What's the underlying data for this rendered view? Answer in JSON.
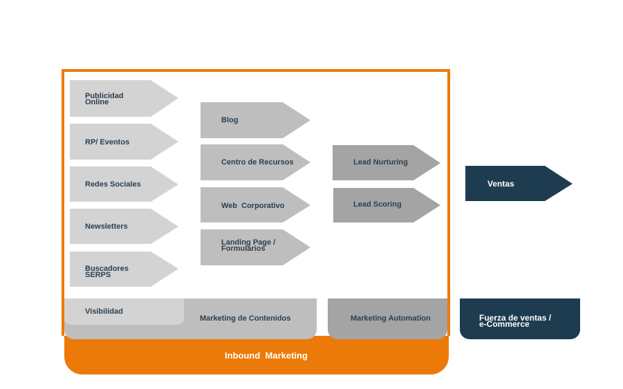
{
  "diagram": {
    "title": "Inbound Marketing",
    "columns": [
      {
        "name": "Visibilidad",
        "items": [
          "Publicidad Online",
          "RP/ Eventos",
          "Redes Sociales",
          "Newsletters",
          "Buscadores SERPS"
        ]
      },
      {
        "name": "Marketing de Contenidos",
        "items": [
          "Blog",
          "Centro de Recursos",
          "Web  Corporativo",
          "Landing Page / Formularios"
        ]
      },
      {
        "name": "Marketing Automation",
        "items": [
          "Lead Nurturing",
          "Lead Scoring"
        ]
      }
    ],
    "outcome": {
      "arrow_label": "Ventas",
      "box_label": "Fuerza de ventas / e-Commerce"
    },
    "colors": {
      "orange": "#ec7a08",
      "col1_arrow": "#d3d3d3",
      "col2_arrow": "#bebebe",
      "col3_arrow": "#a4a4a4",
      "navy": "#1d3c50",
      "text_dark": "#2d3f4e"
    }
  },
  "labels": {
    "publicidad_1": "Publicidad",
    "publicidad_2": "Online",
    "rp": "RP/ Eventos",
    "redes": "Redes Sociales",
    "news": "Newsletters",
    "busc_1": "Buscadores",
    "busc_2": "SERPS",
    "blog": "Blog",
    "centro": "Centro de Recursos",
    "web": "Web  Corporativo",
    "landing_1": "Landing Page /",
    "landing_2": "Formularios",
    "nurturing": "Lead Nurturing",
    "scoring": "Lead Scoring",
    "ventas": "Ventas",
    "visibilidad": "Visibilidad",
    "contenidos": "Marketing de Contenidos",
    "automation": "Marketing Automation",
    "fuerza_1": "Fuerza de ventas /",
    "fuerza_2": "e-Commerce",
    "inbound": "Inbound  Marketing"
  }
}
